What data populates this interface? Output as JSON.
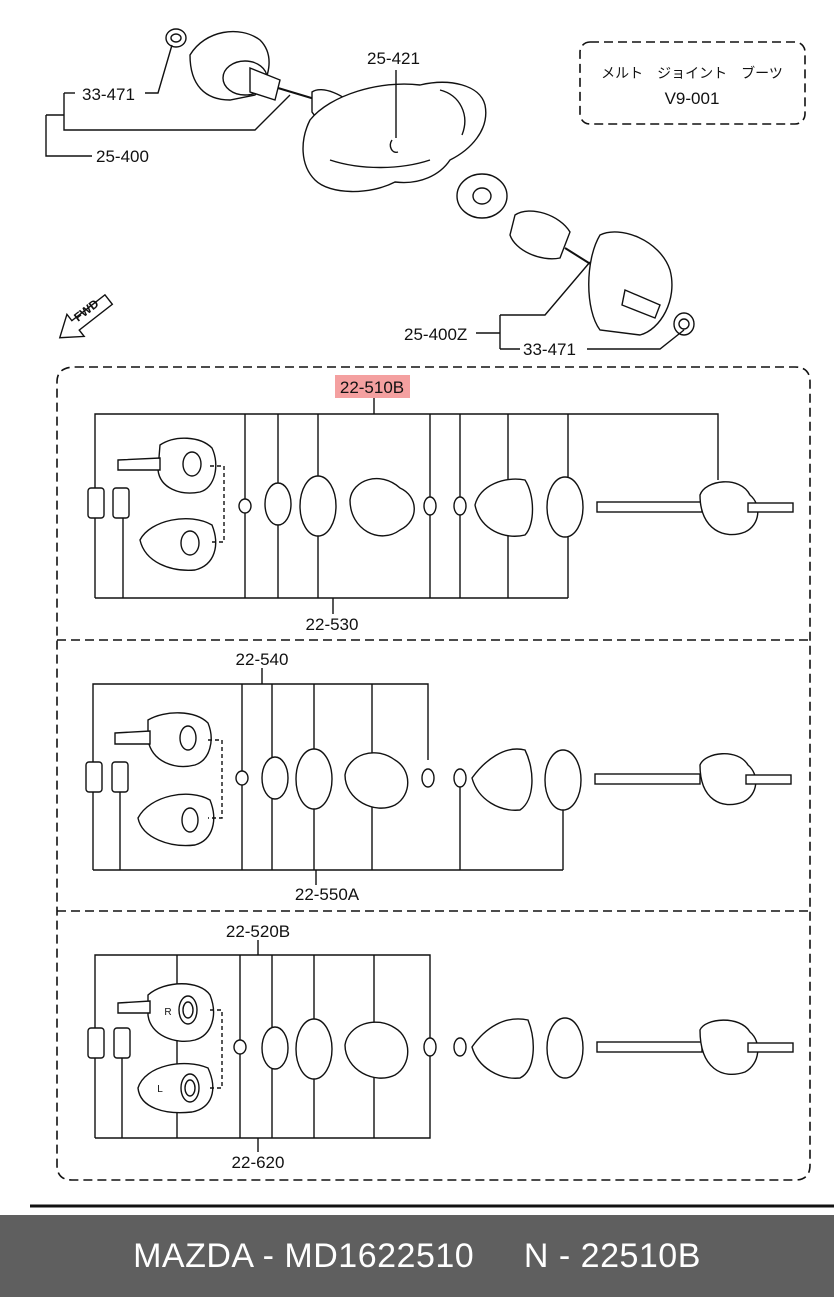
{
  "top": {
    "labels": {
      "l33471_top": "33-471",
      "l25400": "25-400",
      "l25421": "25-421",
      "l25400z": "25-400Z",
      "l33471_bot": "33-471"
    },
    "note": {
      "line1": "メルト　ジョイント　ブーツ",
      "line2": "V9-001"
    },
    "fwd": "FWD"
  },
  "panels": [
    {
      "label_top": "22-510B",
      "label_bottom": "22-530",
      "highlight_color": "#f4a0a0"
    },
    {
      "label_top": "22-540",
      "label_bottom": "22-550A"
    },
    {
      "label_top": "22-520B",
      "label_bottom": "22-620",
      "tag_r": "R",
      "tag_l": "L"
    }
  ],
  "footer": {
    "text": "MAZDA - MD1622510     N - 22510B"
  },
  "colors": {
    "footer_bg": "#5f5f5f",
    "highlight": "#f4a0a0"
  }
}
